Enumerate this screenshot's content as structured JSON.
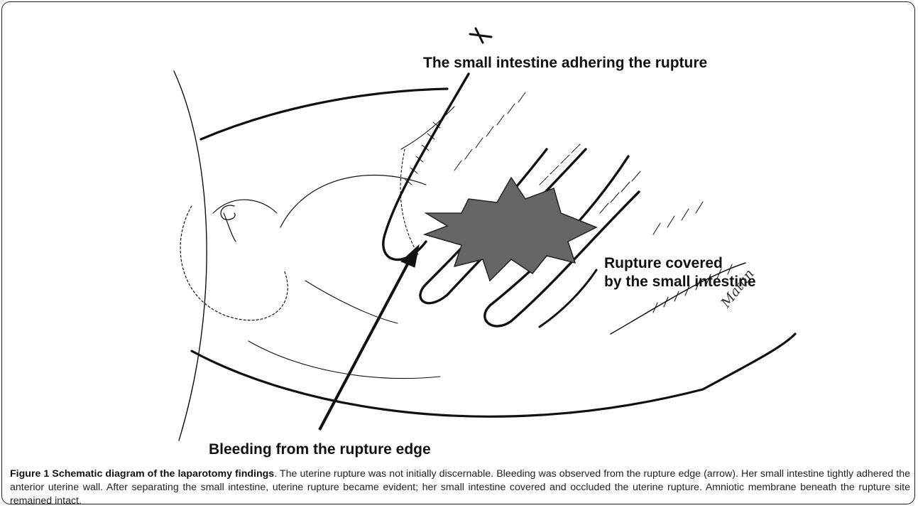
{
  "figure": {
    "labels": {
      "small_intestine_adhering": "The small intestine adhering the rupture",
      "rupture_covered_line1": "Rupture covered",
      "rupture_covered_line2": "by the small intestine",
      "bleeding": "Bleeding from the rupture edge"
    },
    "signature": "Matan"
  },
  "caption": {
    "figure_number": "Figure 1",
    "title": "Schematic diagram of the laparotomy findings",
    "text": ". The uterine rupture was not initially discernable. Bleeding was observed from the rupture edge (arrow). Her small intestine tightly adhered the anterior uterine wall. After separating the small intestine, uterine rupture became evident; her small intestine covered and occluded the uterine rupture. Amniotic membrane beneath the rupture site remained intact."
  },
  "colors": {
    "ink": "#111111",
    "rupture_fill": "#666666"
  }
}
